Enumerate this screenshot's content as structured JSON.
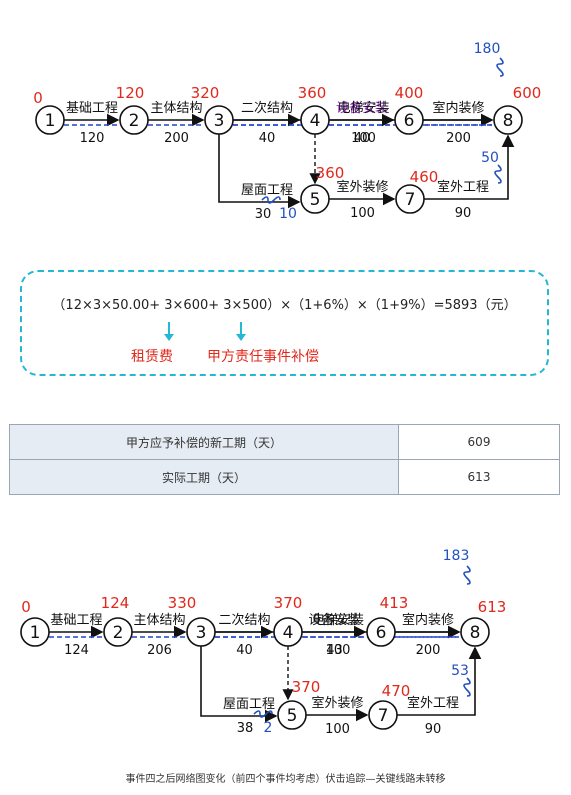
{
  "diagrams": [
    {
      "nodes": [
        {
          "id": "1",
          "et": "0"
        },
        {
          "id": "2",
          "et": "120"
        },
        {
          "id": "3",
          "et": "320"
        },
        {
          "id": "4",
          "et": "360"
        },
        {
          "id": "5",
          "et": "360"
        },
        {
          "id": "6",
          "et": "400"
        },
        {
          "id": "7",
          "et": "460"
        },
        {
          "id": "8",
          "et": "600"
        }
      ],
      "activities": [
        {
          "from": "1",
          "to": "2",
          "name": "基础工程",
          "duration": "120"
        },
        {
          "from": "2",
          "to": "3",
          "name": "主体结构",
          "duration": "200"
        },
        {
          "from": "3",
          "to": "4",
          "name": "二次结构",
          "duration": "40"
        },
        {
          "from": "4",
          "to": "6",
          "name": "设备安装",
          "duration": "40"
        },
        {
          "from": "6",
          "to": "8",
          "name": "室内装修",
          "duration": "200"
        },
        {
          "from": "3",
          "to": "8",
          "name": "电梯安装",
          "duration": "100",
          "float": "180"
        },
        {
          "from": "3",
          "to": "5",
          "name": "屋面工程",
          "duration": "30",
          "float": "10"
        },
        {
          "from": "5",
          "to": "7",
          "name": "室外装修",
          "duration": "100"
        },
        {
          "from": "7",
          "to": "8",
          "name": "室外工程",
          "duration": "90",
          "float": "50"
        }
      ]
    },
    {
      "nodes": [
        {
          "id": "1",
          "et": "0"
        },
        {
          "id": "2",
          "et": "124"
        },
        {
          "id": "3",
          "et": "330"
        },
        {
          "id": "4",
          "et": "370"
        },
        {
          "id": "5",
          "et": "370"
        },
        {
          "id": "6",
          "et": "413"
        },
        {
          "id": "7",
          "et": "470"
        },
        {
          "id": "8",
          "et": "613"
        }
      ],
      "activities": [
        {
          "from": "1",
          "to": "2",
          "name": "基础工程",
          "duration": "124"
        },
        {
          "from": "2",
          "to": "3",
          "name": "主体结构",
          "duration": "206"
        },
        {
          "from": "3",
          "to": "4",
          "name": "二次结构",
          "duration": "40"
        },
        {
          "from": "4",
          "to": "6",
          "name": "设备安装",
          "duration": "43"
        },
        {
          "from": "6",
          "to": "8",
          "name": "室内装修",
          "duration": "200"
        },
        {
          "from": "3",
          "to": "8",
          "name": "电梯安装",
          "duration": "100",
          "float": "183"
        },
        {
          "from": "3",
          "to": "5",
          "name": "屋面工程",
          "duration": "38",
          "float": "2"
        },
        {
          "from": "5",
          "to": "7",
          "name": "室外装修",
          "duration": "100"
        },
        {
          "from": "7",
          "to": "8",
          "name": "室外工程",
          "duration": "90",
          "float": "53"
        }
      ]
    }
  ],
  "calc": {
    "formula": "（12×3×50.00+ 3×600+ 3×500）×（1+6%）×（1+9%）=5893（元）",
    "label_rent": "租赁费",
    "label_comp": "甲方责任事件补偿"
  },
  "table": {
    "rows": [
      {
        "label": "甲方应予补偿的新工期（天）",
        "value": "609"
      },
      {
        "label": "实际工期（天）",
        "value": "613"
      }
    ]
  },
  "caption": "事件四之后网络图变化（前四个事件均考虑）伏击追踪—关键线路未转移",
  "colors": {
    "red": "#e0281c",
    "blue": "#2050c0",
    "purple": "#9b2bd1",
    "cyan": "#26b7d4"
  }
}
